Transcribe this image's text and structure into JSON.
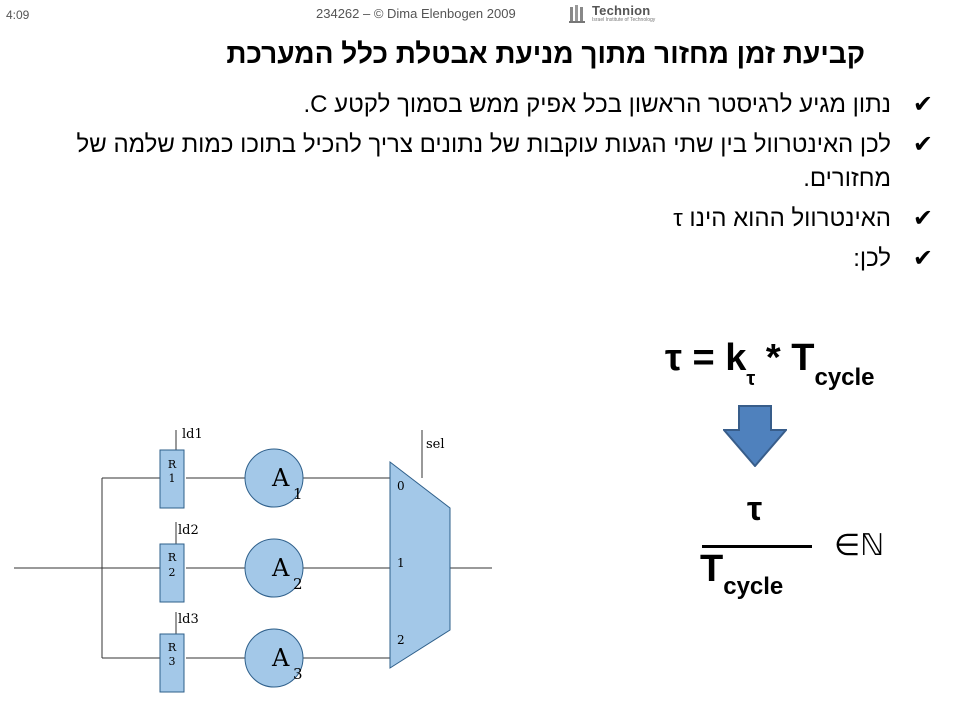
{
  "header": {
    "time": "4:09",
    "credit": "234262 – © Dima Elenbogen 2009",
    "logo_text": "Technion",
    "logo_sub": "Israel Institute of Technology"
  },
  "title": "קביעת זמן מחזור מתוך מניעת אבטלת כלל המערכת",
  "bullets": [
    "נתון מגיע לרגיסטר הראשון בכל אפיק ממש בסמוך לקטע C.",
    "לכן האינטרוול בין שתי הגעות עוקבות של נתונים צריך להכיל בתוכו כמות שלמה של מחזורים.",
    "האינטרוול ההוא הינו τ",
    "לכן:"
  ],
  "formula": {
    "lhs": "τ = k",
    "k_sub": "τ",
    "op": " * T",
    "t_sub": "cycle"
  },
  "fraction": {
    "numerator": "τ",
    "denominator": "T",
    "denominator_sub": "cycle",
    "membership": "∈ℕ"
  },
  "diagram": {
    "registers": [
      {
        "label_top": "R",
        "label_bottom": "1",
        "load": "ld1"
      },
      {
        "label_top": "R",
        "label_bottom": "2",
        "load": "ld2"
      },
      {
        "label_top": "R",
        "label_bottom": "3",
        "load": "ld3"
      }
    ],
    "units": [
      {
        "name": "A",
        "sub": "1"
      },
      {
        "name": "A",
        "sub": "2"
      },
      {
        "name": "A",
        "sub": "3"
      }
    ],
    "mux_inputs": [
      "0",
      "1",
      "2"
    ],
    "mux_select": "sel",
    "colors": {
      "fill": "#a3c8e8",
      "stroke": "#2e5f8a",
      "arrow": "#4f81bd"
    }
  }
}
